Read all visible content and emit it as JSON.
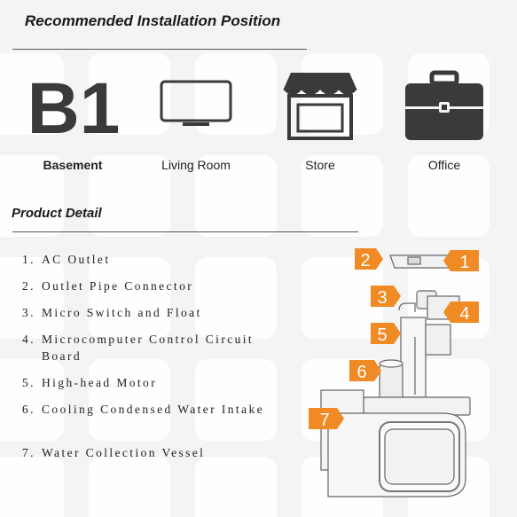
{
  "header": {
    "title": "Recommended Installation Position"
  },
  "positions": [
    {
      "label": "Basement",
      "icon": "b1-icon",
      "icon_text": "B1",
      "bold": true
    },
    {
      "label": "Living Room",
      "icon": "tv-icon"
    },
    {
      "label": "Store",
      "icon": "store-icon"
    },
    {
      "label": "Office",
      "icon": "briefcase-icon"
    }
  ],
  "detail": {
    "title": "Product Detail",
    "items": [
      {
        "num": "1.",
        "text": "AC Outlet"
      },
      {
        "num": "2.",
        "text": "Outlet Pipe Connector"
      },
      {
        "num": "3.",
        "text": "Micro Switch and Float"
      },
      {
        "num": "4.",
        "text": "Microcomputer Control Circuit Board"
      },
      {
        "num": "5.",
        "text": "High-head Motor"
      },
      {
        "num": "6.",
        "text": "Cooling Condensed Water Intake"
      },
      {
        "num": "7.",
        "text": "Water Collection Vessel"
      }
    ]
  },
  "callouts": [
    "1",
    "2",
    "3",
    "4",
    "5",
    "6",
    "7"
  ],
  "colors": {
    "accent": "#f08a24",
    "icon": "#3a3a3a"
  }
}
